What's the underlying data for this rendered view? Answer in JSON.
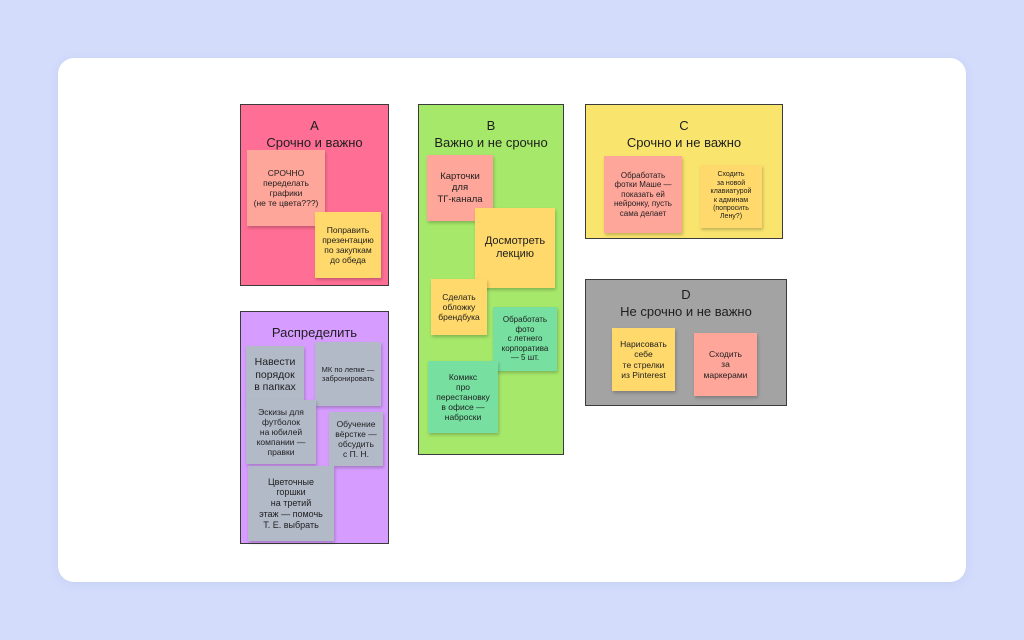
{
  "colors": {
    "page_bg": "#d3dcfb",
    "canvas_bg": "#ffffff",
    "frame_A": "#ff6f95",
    "frame_B": "#a6e86a",
    "frame_C": "#f9e56e",
    "frame_D": "#a3a3a3",
    "frame_E": "#d79cff",
    "note_salmon": "#ffa69a",
    "note_yellow": "#ffd96b",
    "note_green": "#77e0a1",
    "note_grey": "#b2bac8"
  },
  "frames": {
    "a": {
      "letter": "A",
      "title": "Срочно и важно",
      "notes": [
        "СРОЧНО\nпеределать\nграфики\n(не те цвета???)",
        "Поправить\nпрезентацию\nпо закупкам\nдо обеда"
      ]
    },
    "b": {
      "letter": "B",
      "title": "Важно и не срочно",
      "notes": [
        "Карточки\nдля\nТГ-канала",
        "Досмотреть\nлекцию",
        "Сделать\nобложку\nбрендбука",
        "Обработать\nфото\nс летнего\nкорпоратива\n— 5 шт.",
        "Комикс\nпро\nперестановку\nв офисе —\nнаброски"
      ]
    },
    "c": {
      "letter": "C",
      "title": "Срочно и не важно",
      "notes": [
        "Обработать\nфотки Маше —\nпоказать ей\nнейронку, пусть\nсама делает",
        "Сходить\nза новой\nклавиатурой\nк админам\n(попросить\nЛену?)"
      ]
    },
    "d": {
      "letter": "D",
      "title": "Не срочно и не важно",
      "notes": [
        "Нарисовать\nсебе\nте стрелки\nиз Pinterest",
        "Сходить\nза\nмаркерами"
      ]
    },
    "e": {
      "title": "Распределить",
      "notes": [
        "Навести\nпорядок\nв папках",
        "МК по лепке —\nзабронировать",
        "Эскизы для\nфутболок\nна юбилей\nкомпании —\nправки",
        "Обучение\nвёрстке —\nобсудить\nс П. Н.",
        "Цветочные\nгоршки\nна третий\nэтаж — помочь\nТ. Е. выбрать"
      ]
    }
  }
}
